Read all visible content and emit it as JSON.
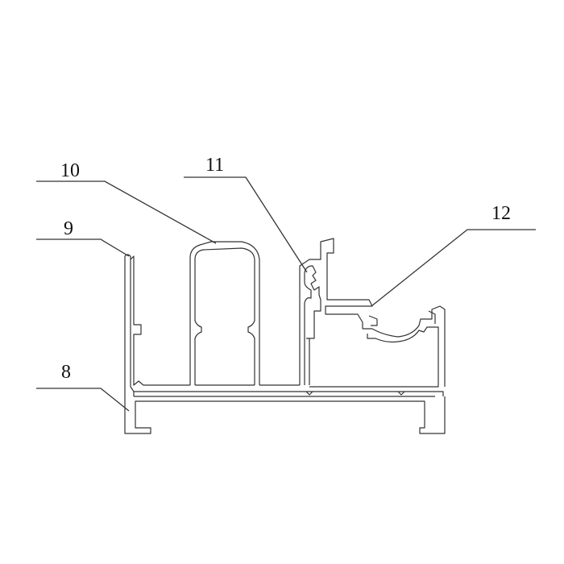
{
  "diagram": {
    "callouts": [
      {
        "id": "8",
        "label": "8"
      },
      {
        "id": "9",
        "label": "9"
      },
      {
        "id": "10",
        "label": "10"
      },
      {
        "id": "11",
        "label": "11"
      },
      {
        "id": "12",
        "label": "12"
      }
    ],
    "colors": {
      "stroke": "#333333",
      "background": "#ffffff"
    }
  }
}
